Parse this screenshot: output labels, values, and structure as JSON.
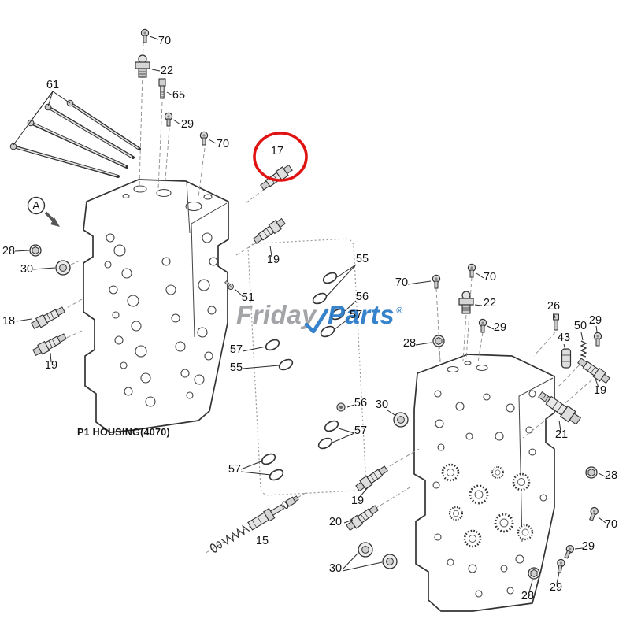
{
  "page": {
    "background": "#ffffff"
  },
  "brand": {
    "gray_text": "Friday",
    "blue_text": "Parts",
    "reg_mark": "®",
    "gray": "#9b9da0",
    "blue": "#2779c7"
  },
  "left_housing_caption": "P1 HOUSING(4070)",
  "view_marker": "A",
  "highlight_color": "#e01212",
  "labels": [
    "70",
    "22",
    "65",
    "29",
    "70",
    "61",
    "17",
    "19",
    "28",
    "30",
    "18",
    "19",
    "51",
    "55",
    "56",
    "57",
    "57",
    "55",
    "56",
    "57",
    "57",
    "15",
    "70",
    "70",
    "22",
    "29",
    "28",
    "26",
    "43",
    "50",
    "29",
    "19",
    "21",
    "30",
    "28",
    "70",
    "19",
    "20",
    "29",
    "30",
    "29",
    "28"
  ]
}
